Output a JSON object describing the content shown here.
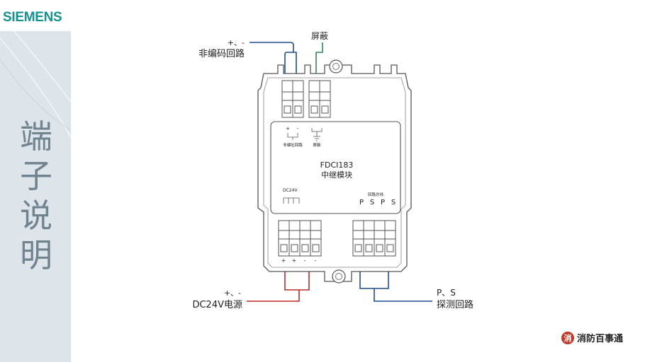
{
  "brand": "SIEMENS",
  "page_title": "端子说明",
  "module": {
    "model": "FDCI183",
    "name": "中继模块"
  },
  "inner_labels": {
    "plus": "+",
    "minus": "-",
    "noncoded_small": "非编址回路",
    "shield_small": "屏蔽",
    "dc24v_small": "DC24V",
    "loop_bus_small": "回路总线",
    "ps_letters": [
      "P",
      "S",
      "P",
      "S"
    ]
  },
  "bottom_terminal_marks": [
    "+",
    "+",
    "-",
    "-"
  ],
  "callouts": {
    "noncoded": {
      "pins": "+、-",
      "name": "非编码回路"
    },
    "shield": "屏蔽",
    "power": {
      "pins": "+、-",
      "name": "DC24V电源"
    },
    "detect": {
      "pins": "P、S",
      "name": "探测回路"
    }
  },
  "footer": {
    "logo_mark": "消",
    "logo_text": "消防百事通"
  },
  "colors": {
    "brand": "#14928f",
    "blue": "#1f4e8c",
    "green": "#2e8b57",
    "red": "#c0282d"
  }
}
